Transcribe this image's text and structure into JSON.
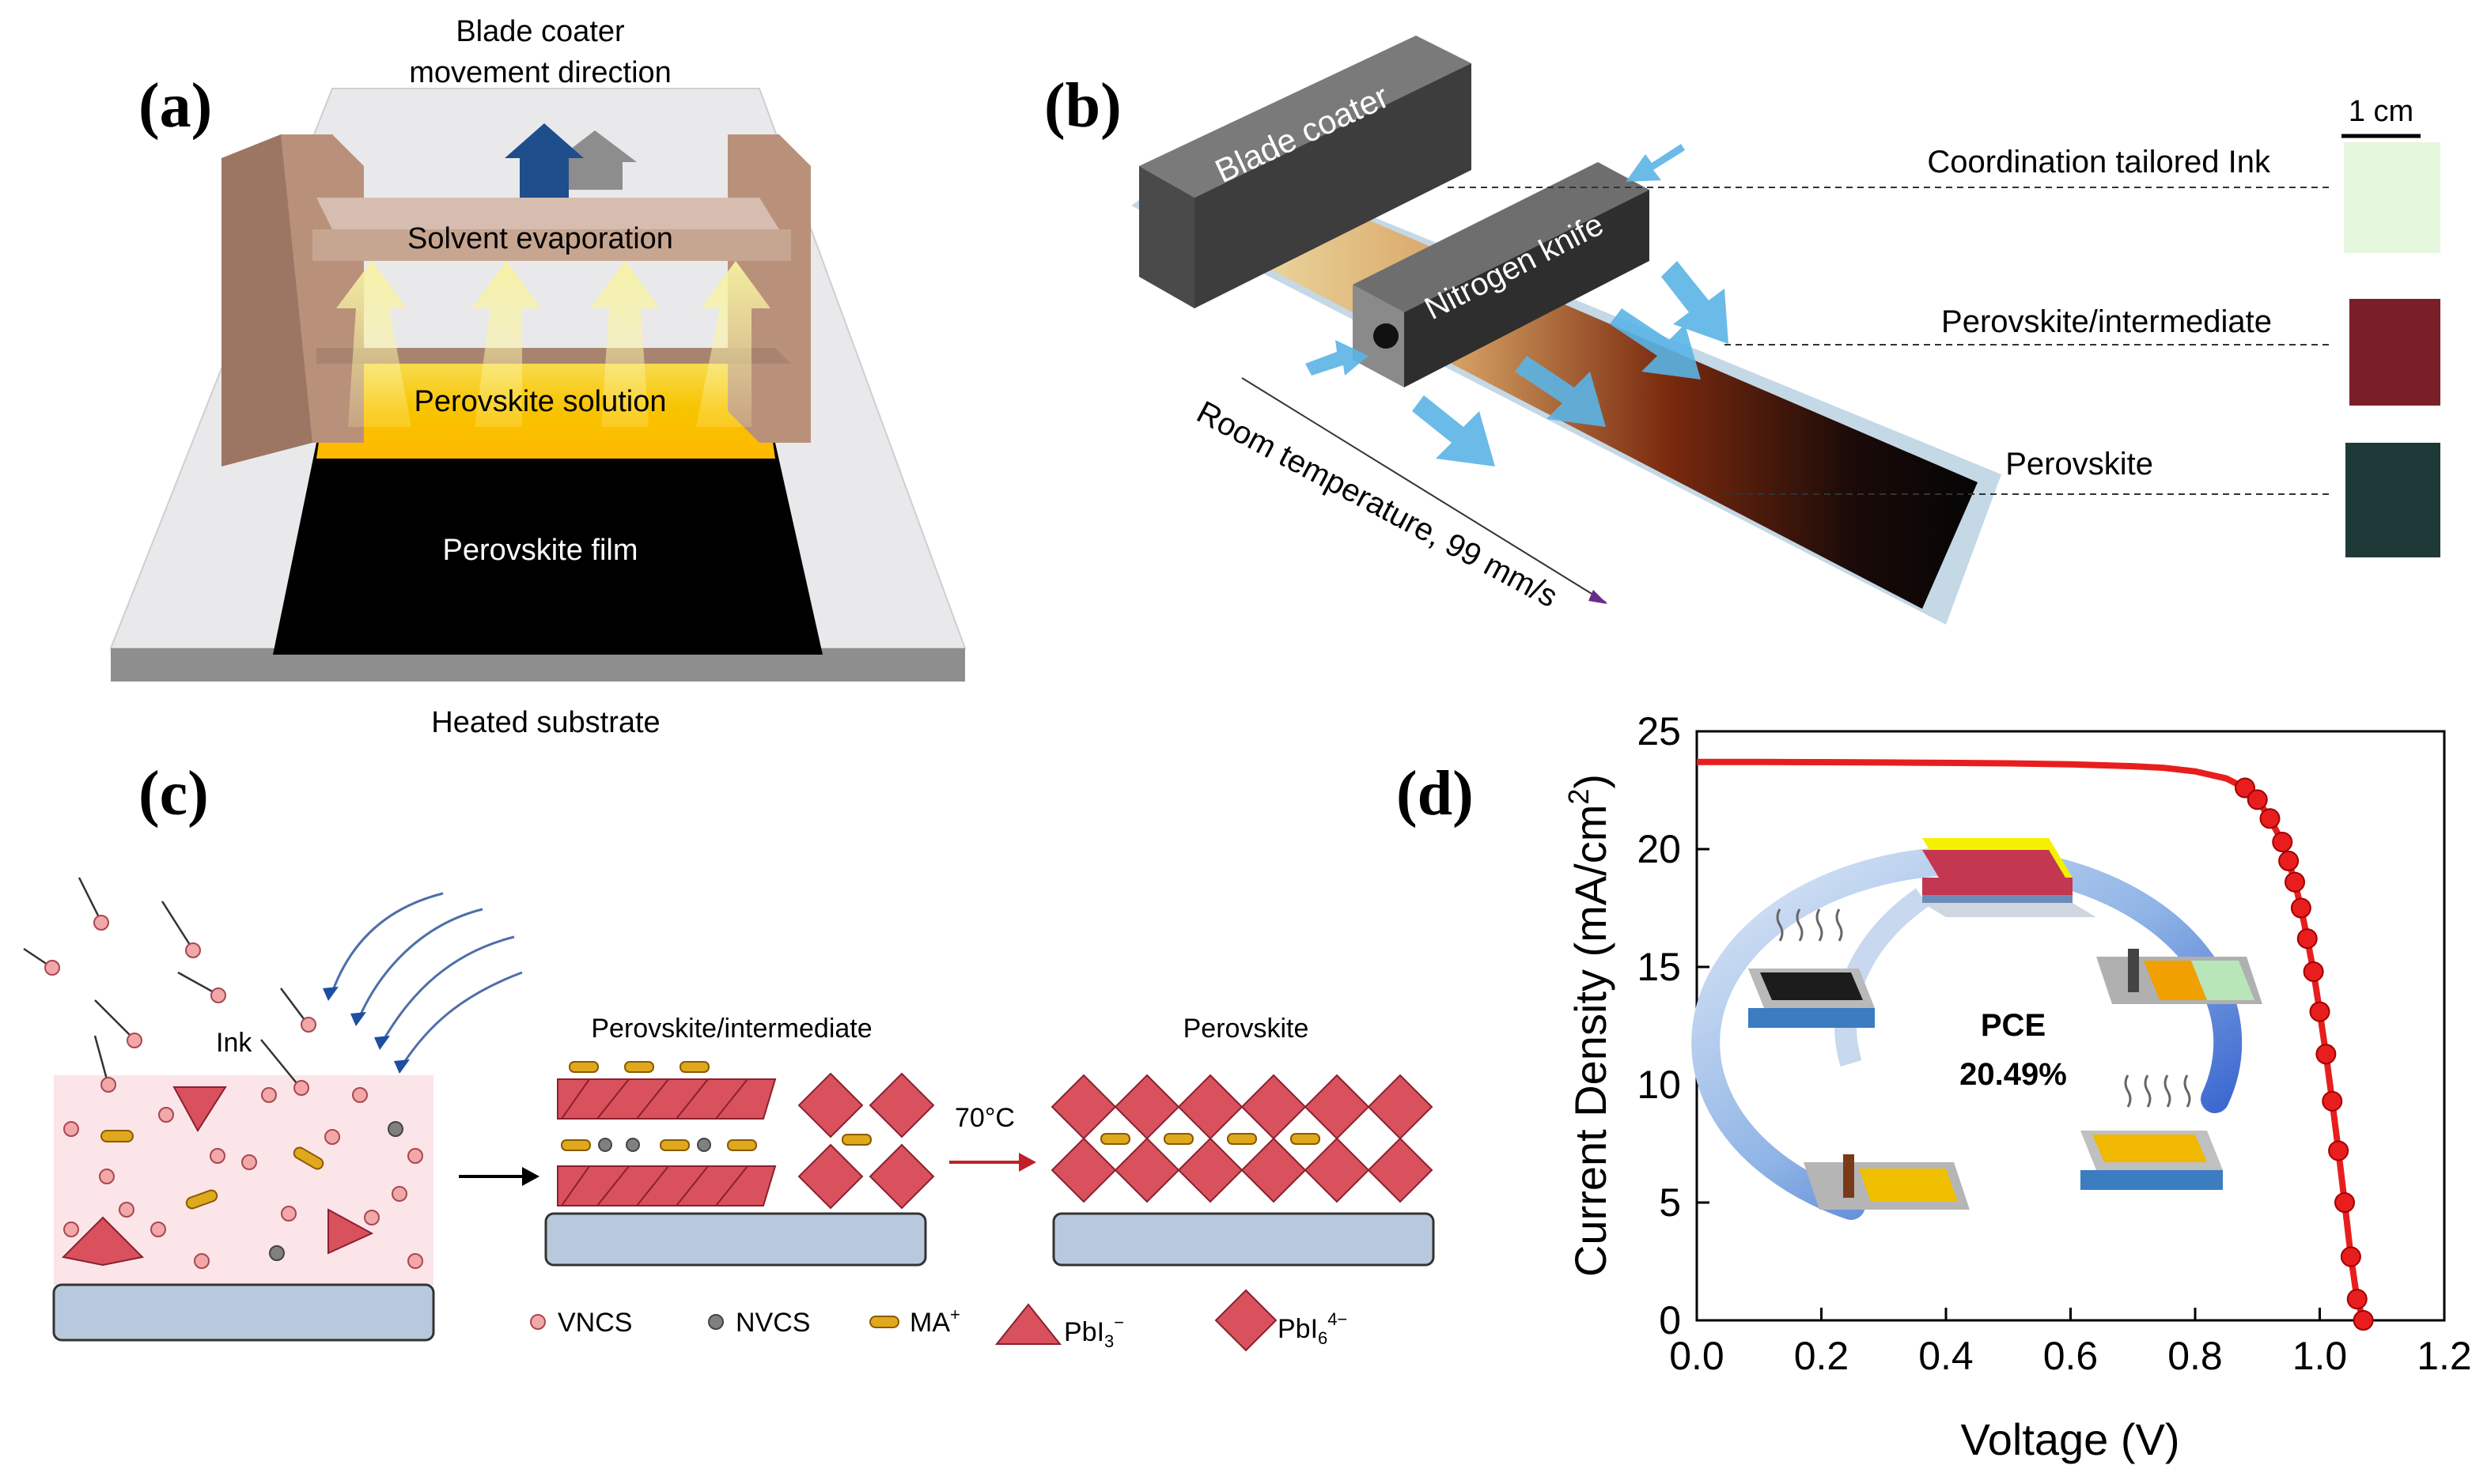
{
  "panel_a": {
    "label": "(a)",
    "title_line1": "Blade coater",
    "title_line2": "movement direction",
    "evaporation": "Solvent evaporation",
    "solution": "Perovskite solution",
    "film": "Perovskite film",
    "substrate": "Heated substrate",
    "colors": {
      "frame": "#b28a74",
      "solution": "#f7c400",
      "film": "#000000",
      "arrow_main": "#1f4e8c",
      "arrow_back": "#8a8a8a"
    }
  },
  "panel_b": {
    "label": "(b)",
    "blade": "Blade coater",
    "knife": "Nitrogen knife",
    "motion": "Room temperature, 99 mm/s",
    "scale": "1 cm",
    "ink": "Coordination tailored Ink",
    "intermediate": "Perovskite/intermediate",
    "perovskite": "Perovskite",
    "colors": {
      "ink_swatch": "#e5f7dc",
      "intermediate_swatch": "#7a1f28",
      "perovskite_swatch": "#1e3a38",
      "gas": "#5ab4e6"
    }
  },
  "panel_c": {
    "label": "(c)",
    "ink": "Ink",
    "intermediate": "Perovskite/intermediate",
    "temperature": "70°C",
    "perovskite": "Perovskite",
    "legend": {
      "vncs": "VNCS",
      "nvcs": "NVCS",
      "ma": "MA",
      "ma_sup": "+",
      "pbi3": "PbI",
      "pbi3_sub": "3",
      "pbi3_sup": "−",
      "pbi6": "PbI",
      "pbi6_sub": "6",
      "pbi6_sup": "4−"
    },
    "colors": {
      "octahedron": "#d9515c",
      "vncs": "#f2a7a9",
      "nvcs": "#808080",
      "ma": "#e0a81c",
      "substrate": "#b9c9dd"
    }
  },
  "panel_d": {
    "label": "(d)",
    "pce_label": "PCE",
    "pce_value": "20.49%"
  },
  "chart_data": {
    "type": "line",
    "title": "",
    "xlabel": "Voltage (V)",
    "ylabel": "Current Density (mA/cm",
    "ylabel_sup": "2",
    "ylabel_end": ")",
    "xlim": [
      0,
      1.2
    ],
    "ylim": [
      0,
      25
    ],
    "xticks": [
      "0.0",
      "0.2",
      "0.4",
      "0.6",
      "0.8",
      "1.0",
      "1.2"
    ],
    "yticks": [
      "0",
      "5",
      "10",
      "15",
      "20",
      "25"
    ],
    "grid": false,
    "series": [
      {
        "color": "#e81e1e",
        "x": [
          0.0,
          0.1,
          0.2,
          0.3,
          0.4,
          0.5,
          0.6,
          0.7,
          0.75,
          0.8,
          0.85,
          0.88,
          0.9,
          0.92,
          0.94,
          0.95,
          0.96,
          0.97,
          0.98,
          0.99,
          1.0,
          1.01,
          1.02,
          1.03,
          1.04,
          1.05,
          1.06,
          1.07
        ],
        "y": [
          23.7,
          23.7,
          23.69,
          23.68,
          23.66,
          23.64,
          23.6,
          23.52,
          23.45,
          23.3,
          23.0,
          22.6,
          22.1,
          21.3,
          20.3,
          19.5,
          18.6,
          17.5,
          16.2,
          14.8,
          13.1,
          11.3,
          9.3,
          7.2,
          5.0,
          2.7,
          0.9,
          0.0
        ]
      }
    ]
  }
}
